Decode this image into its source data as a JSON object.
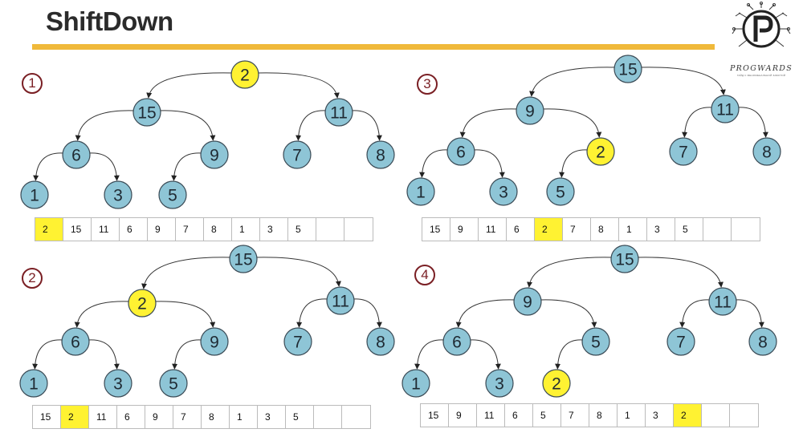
{
  "title": "ShiftDown",
  "logo": {
    "name": "PROGWARDS",
    "tagline": "ГАЙД С ФЕНОМЕНАЛЬНОЙ ЗАБОТОЙ",
    "icon": "p-circuit-logo-icon"
  },
  "colors": {
    "node": "#8ec5d6",
    "highlight": "#fff232",
    "accent_bar": "#f0b93a",
    "badge": "#7a1f24"
  },
  "panels": [
    {
      "step": "1",
      "nodes": [
        "2",
        "15",
        "11",
        "6",
        "9",
        "7",
        "8",
        "1",
        "3",
        "5"
      ],
      "highlight_index": 0,
      "array": [
        "2",
        "15",
        "11",
        "6",
        "9",
        "7",
        "8",
        "1",
        "3",
        "5",
        "",
        ""
      ],
      "array_highlight_index": 0
    },
    {
      "step": "2",
      "nodes": [
        "15",
        "2",
        "11",
        "6",
        "9",
        "7",
        "8",
        "1",
        "3",
        "5"
      ],
      "highlight_index": 1,
      "array": [
        "15",
        "2",
        "11",
        "6",
        "9",
        "7",
        "8",
        "1",
        "3",
        "5",
        "",
        ""
      ],
      "array_highlight_index": 1
    },
    {
      "step": "3",
      "nodes": [
        "15",
        "9",
        "11",
        "6",
        "2",
        "7",
        "8",
        "1",
        "3",
        "5"
      ],
      "highlight_index": 4,
      "array": [
        "15",
        "9",
        "11",
        "6",
        "2",
        "7",
        "8",
        "1",
        "3",
        "5",
        "",
        ""
      ],
      "array_highlight_index": 4
    },
    {
      "step": "4",
      "nodes": [
        "15",
        "9",
        "11",
        "6",
        "5",
        "7",
        "8",
        "1",
        "3",
        "2"
      ],
      "highlight_index": 9,
      "array": [
        "15",
        "9",
        "11",
        "6",
        "5",
        "7",
        "8",
        "1",
        "3",
        "2",
        "",
        ""
      ],
      "array_highlight_index": 9
    }
  ]
}
